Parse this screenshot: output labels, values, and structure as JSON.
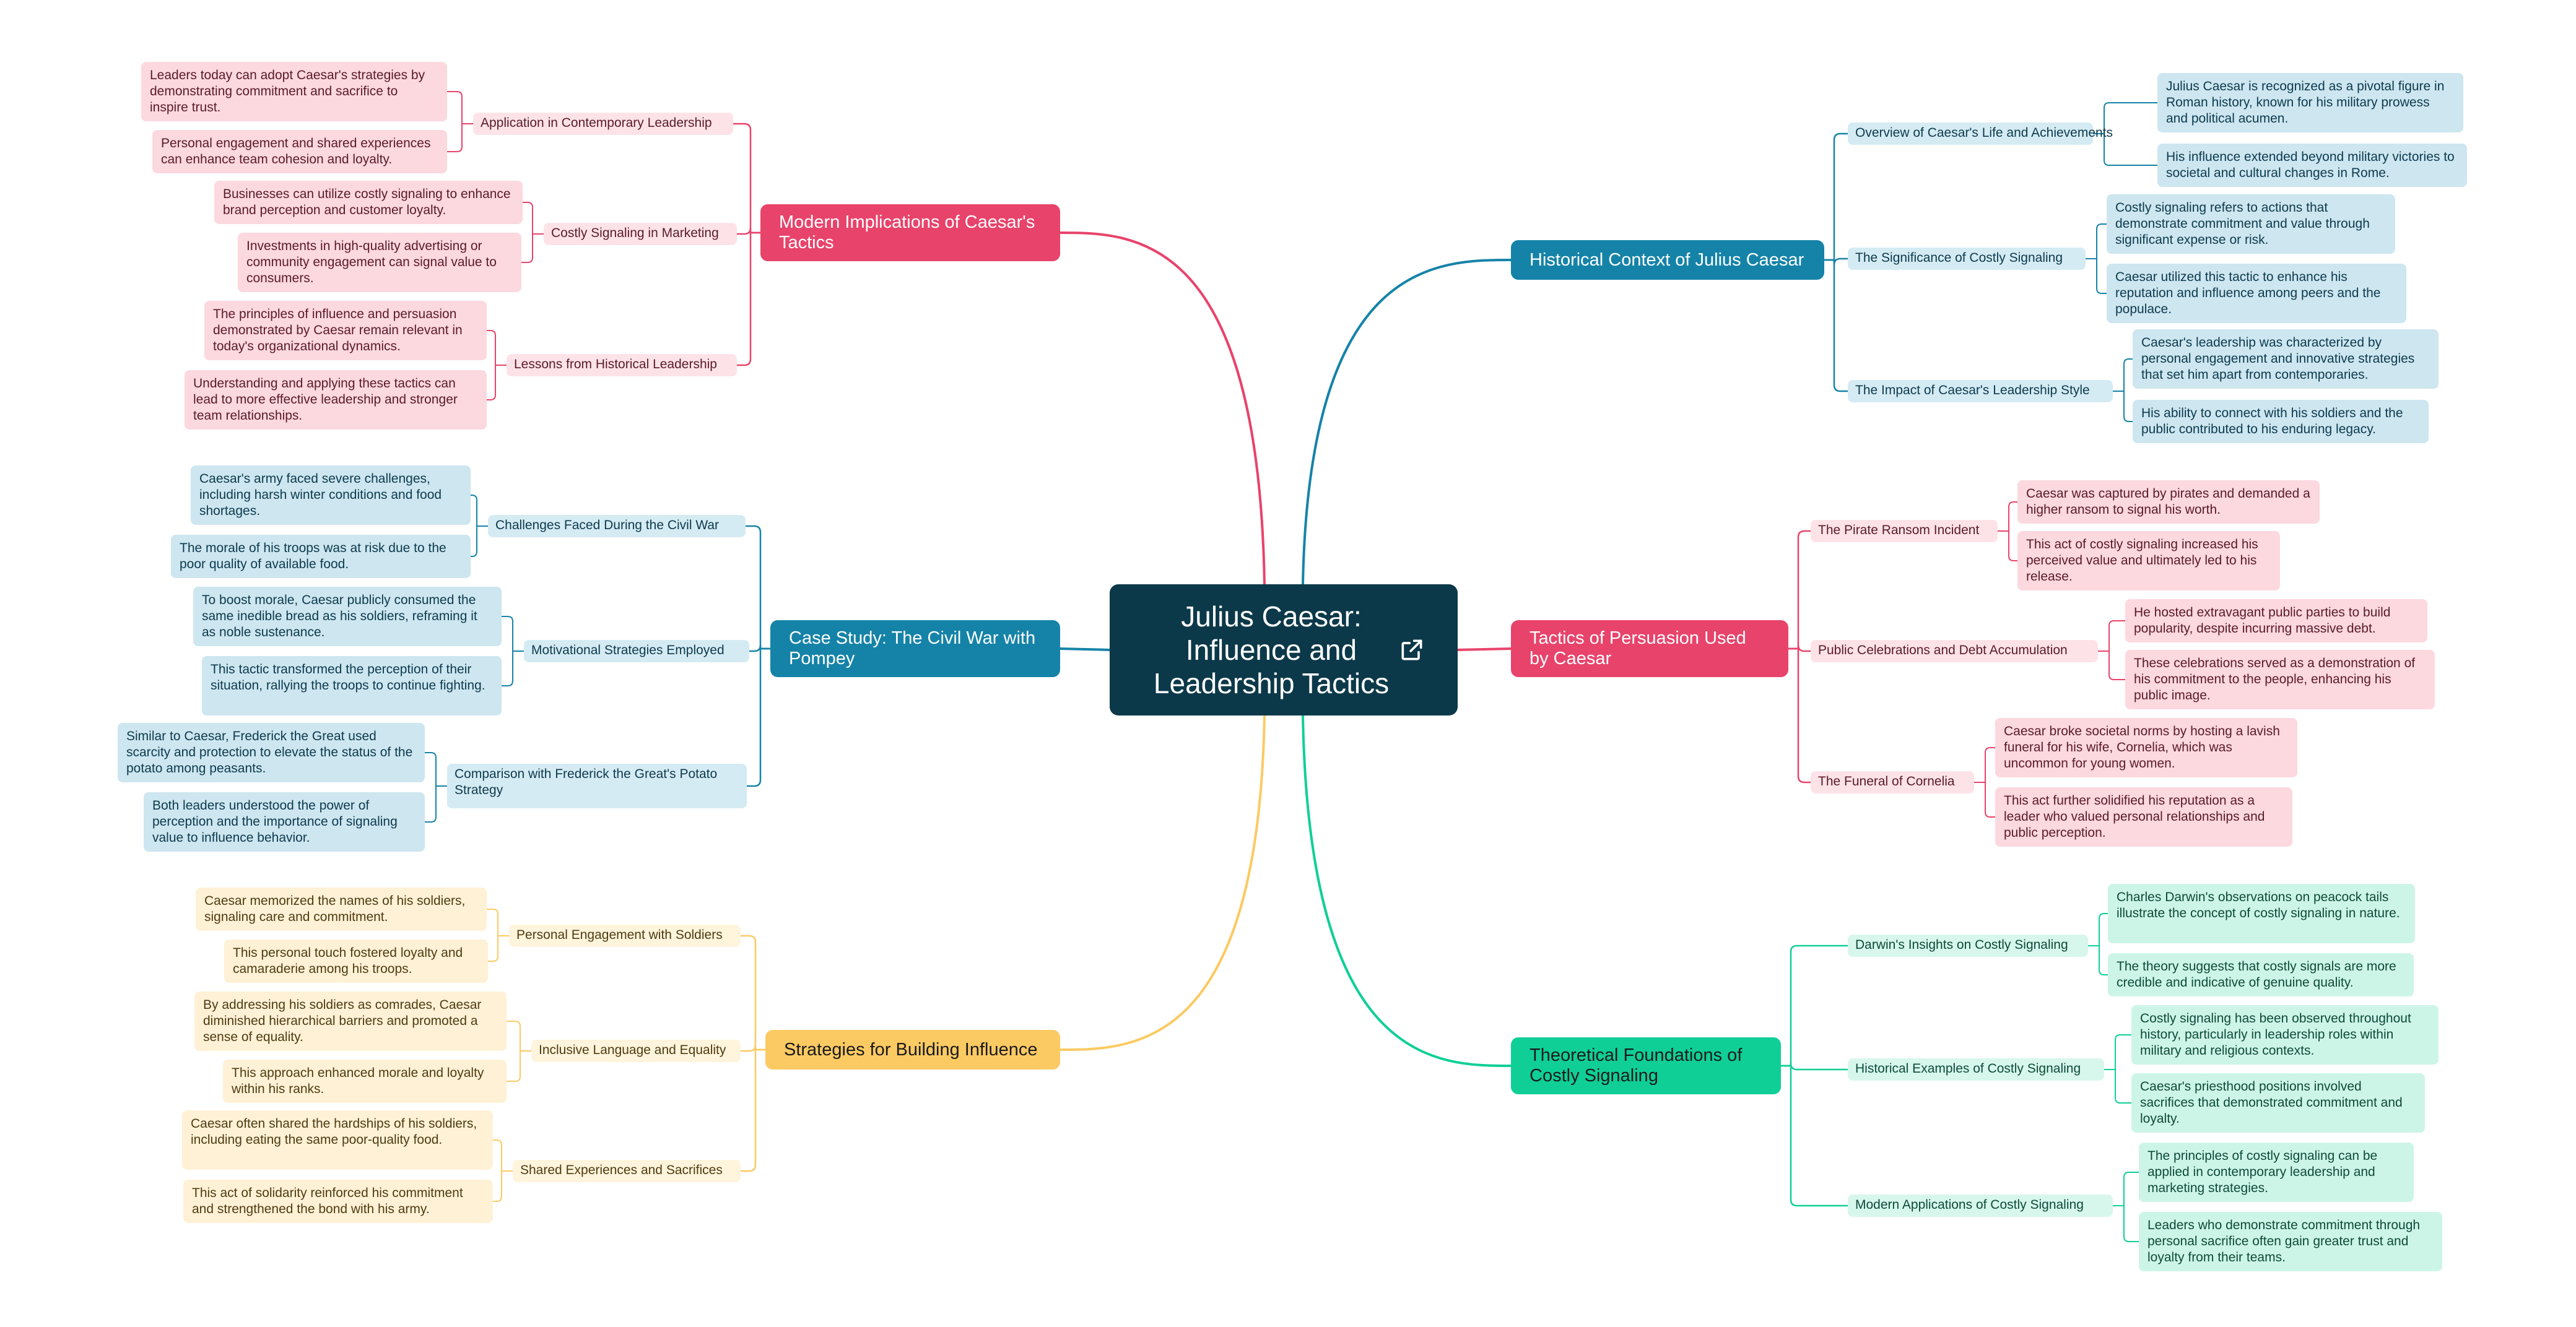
{
  "central": {
    "title": "Julius Caesar: Influence and Leadership Tactics",
    "link_icon": "external-link-icon"
  },
  "branches": [
    {
      "title": "Modern Implications of Caesar's Tactics",
      "side": "left",
      "colors": {
        "main": "#e8436b",
        "main_text": "#ffffff",
        "sub": "#fde3e8",
        "leaf": "#fcd8df",
        "text": "#5a1a28",
        "line": "#e8436b"
      },
      "children": [
        {
          "title": "Application in Contemporary Leadership",
          "items": [
            "Leaders today can adopt Caesar's strategies by demonstrating commitment and sacrifice to inspire trust.",
            "Personal engagement and shared experiences can enhance team cohesion and loyalty."
          ]
        },
        {
          "title": "Costly Signaling in Marketing",
          "items": [
            "Businesses can utilize costly signaling to enhance brand perception and customer loyalty.",
            "Investments in high-quality advertising or community engagement can signal value to consumers."
          ]
        },
        {
          "title": "Lessons from Historical Leadership",
          "items": [
            "The principles of influence and persuasion demonstrated by Caesar remain relevant in today's organizational dynamics.",
            "Understanding and applying these tactics can lead to more effective leadership and stronger team relationships."
          ]
        }
      ]
    },
    {
      "title": "Case Study: The Civil War with Pompey",
      "side": "left",
      "colors": {
        "main": "#1583a8",
        "main_text": "#ffffff",
        "sub": "#d5ebf3",
        "leaf": "#cde6f0",
        "text": "#0d3a4d",
        "line": "#1583a8"
      },
      "children": [
        {
          "title": "Challenges Faced During the Civil War",
          "items": [
            "Caesar's army faced severe challenges, including harsh winter conditions and food shortages.",
            "The morale of his troops was at risk due to the poor quality of available food."
          ]
        },
        {
          "title": "Motivational Strategies Employed",
          "items": [
            "To boost morale, Caesar publicly consumed the same inedible bread as his soldiers, reframing it as noble sustenance.",
            "This tactic transformed the perception of their situation, rallying the troops to continue fighting."
          ]
        },
        {
          "title": "Comparison with Frederick the Great's Potato Strategy",
          "items": [
            "Similar to Caesar, Frederick the Great used scarcity and protection to elevate the status of the potato among peasants.",
            "Both leaders understood the power of perception and the importance of signaling value to influence behavior."
          ]
        }
      ]
    },
    {
      "title": "Strategies for Building Influence",
      "side": "left",
      "colors": {
        "main": "#fcca63",
        "main_text": "#1a1a1a",
        "sub": "#fff4dc",
        "leaf": "#fff1d6",
        "text": "#4d3b10",
        "line": "#fcca63"
      },
      "children": [
        {
          "title": "Personal Engagement with Soldiers",
          "items": [
            "Caesar memorized the names of his soldiers, signaling care and commitment.",
            "This personal touch fostered loyalty and camaraderie among his troops."
          ]
        },
        {
          "title": "Inclusive Language and Equality",
          "items": [
            "By addressing his soldiers as comrades, Caesar diminished hierarchical barriers and promoted a sense of equality.",
            "This approach enhanced morale and loyalty within his ranks."
          ]
        },
        {
          "title": "Shared Experiences and Sacrifices",
          "items": [
            "Caesar often shared the hardships of his soldiers, including eating the same poor-quality food.",
            "This act of solidarity reinforced his commitment and strengthened the bond with his army."
          ]
        }
      ]
    },
    {
      "title": "Historical Context of Julius Caesar",
      "side": "right",
      "colors": {
        "main": "#1583a8",
        "main_text": "#ffffff",
        "sub": "#d5ebf3",
        "leaf": "#cde6f0",
        "text": "#0d3a4d",
        "line": "#1583a8"
      },
      "children": [
        {
          "title": "Overview of Caesar's Life and Achievements",
          "items": [
            "Julius Caesar is recognized as a pivotal figure in Roman history, known for his military prowess and political acumen.",
            "His influence extended beyond military victories to societal and cultural changes in Rome."
          ]
        },
        {
          "title": "The Significance of Costly Signaling",
          "items": [
            "Costly signaling refers to actions that demonstrate commitment and value through significant expense or risk.",
            "Caesar utilized this tactic to enhance his reputation and influence among peers and the populace."
          ]
        },
        {
          "title": "The Impact of Caesar's Leadership Style",
          "items": [
            "Caesar's leadership was characterized by personal engagement and innovative strategies that set him apart from contemporaries.",
            "His ability to connect with his soldiers and the public contributed to his enduring legacy."
          ]
        }
      ]
    },
    {
      "title": "Tactics of Persuasion Used by Caesar",
      "side": "right",
      "colors": {
        "main": "#e8436b",
        "main_text": "#ffffff",
        "sub": "#fde3e8",
        "leaf": "#fcd8df",
        "text": "#5a1a28",
        "line": "#e8436b"
      },
      "children": [
        {
          "title": "The Pirate Ransom Incident",
          "items": [
            "Caesar was captured by pirates and demanded a higher ransom to signal his worth.",
            "This act of costly signaling increased his perceived value and ultimately led to his release."
          ]
        },
        {
          "title": "Public Celebrations and Debt Accumulation",
          "items": [
            "He hosted extravagant public parties to build popularity, despite incurring massive debt.",
            "These celebrations served as a demonstration of his commitment to the people, enhancing his public image."
          ]
        },
        {
          "title": "The Funeral of Cornelia",
          "items": [
            "Caesar broke societal norms by hosting a lavish funeral for his wife, Cornelia, which was uncommon for young women.",
            "This act further solidified his reputation as a leader who valued personal relationships and public perception."
          ]
        }
      ]
    },
    {
      "title": "Theoretical Foundations of Costly Signaling",
      "side": "right",
      "colors": {
        "main": "#0fcf97",
        "main_text": "#1a1a1a",
        "sub": "#d7f7ec",
        "leaf": "#cdf5e7",
        "text": "#0d4a38",
        "line": "#0fcf97"
      },
      "children": [
        {
          "title": "Darwin's Insights on Costly Signaling",
          "items": [
            "Charles Darwin's observations on peacock tails illustrate the concept of costly signaling in nature.",
            "The theory suggests that costly signals are more credible and indicative of genuine quality."
          ]
        },
        {
          "title": "Historical Examples of Costly Signaling",
          "items": [
            "Costly signaling has been observed throughout history, particularly in leadership roles within military and religious contexts.",
            "Caesar's priesthood positions involved sacrifices that demonstrated commitment and loyalty."
          ]
        },
        {
          "title": "Modern Applications of Costly Signaling",
          "items": [
            "The principles of costly signaling can be applied in contemporary leadership and marketing strategies.",
            "Leaders who demonstrate commitment through personal sacrifice often gain greater trust and loyalty from their teams."
          ]
        }
      ]
    }
  ]
}
